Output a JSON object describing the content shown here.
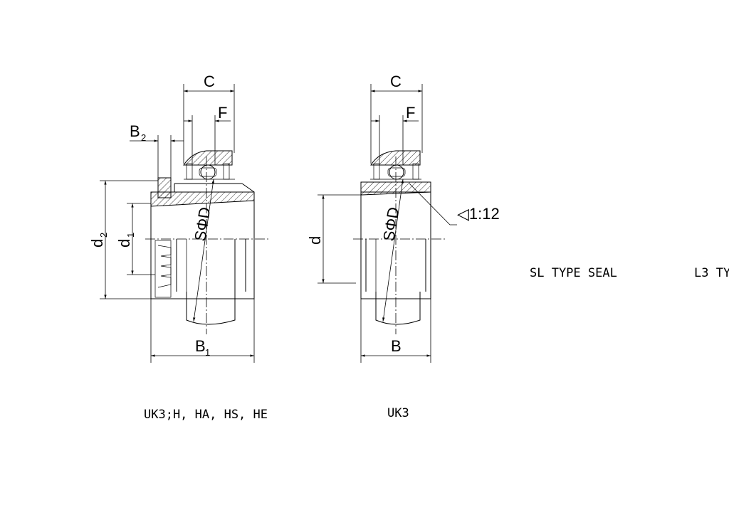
{
  "left_view": {
    "label_C": "C",
    "label_F": "F",
    "label_B2_main": "B",
    "label_B2_sub": "2",
    "label_d2_main": "d",
    "label_d2_sub": "2",
    "label_d1_main": "d",
    "label_d1_sub": "1",
    "label_SphiD": "SΦD",
    "label_B1_main": "B",
    "label_B1_sub": "1",
    "caption": "UK3;H, HA, HS, HE"
  },
  "right_view": {
    "label_C": "C",
    "label_F": "F",
    "label_d": "d",
    "label_SphiD": "SΦD",
    "label_B": "B",
    "taper": "◁1:12",
    "caption": "UK3"
  },
  "seal_captions": {
    "sl_type": "SL TYPE SEAL",
    "l3_type": "L3 TY"
  }
}
